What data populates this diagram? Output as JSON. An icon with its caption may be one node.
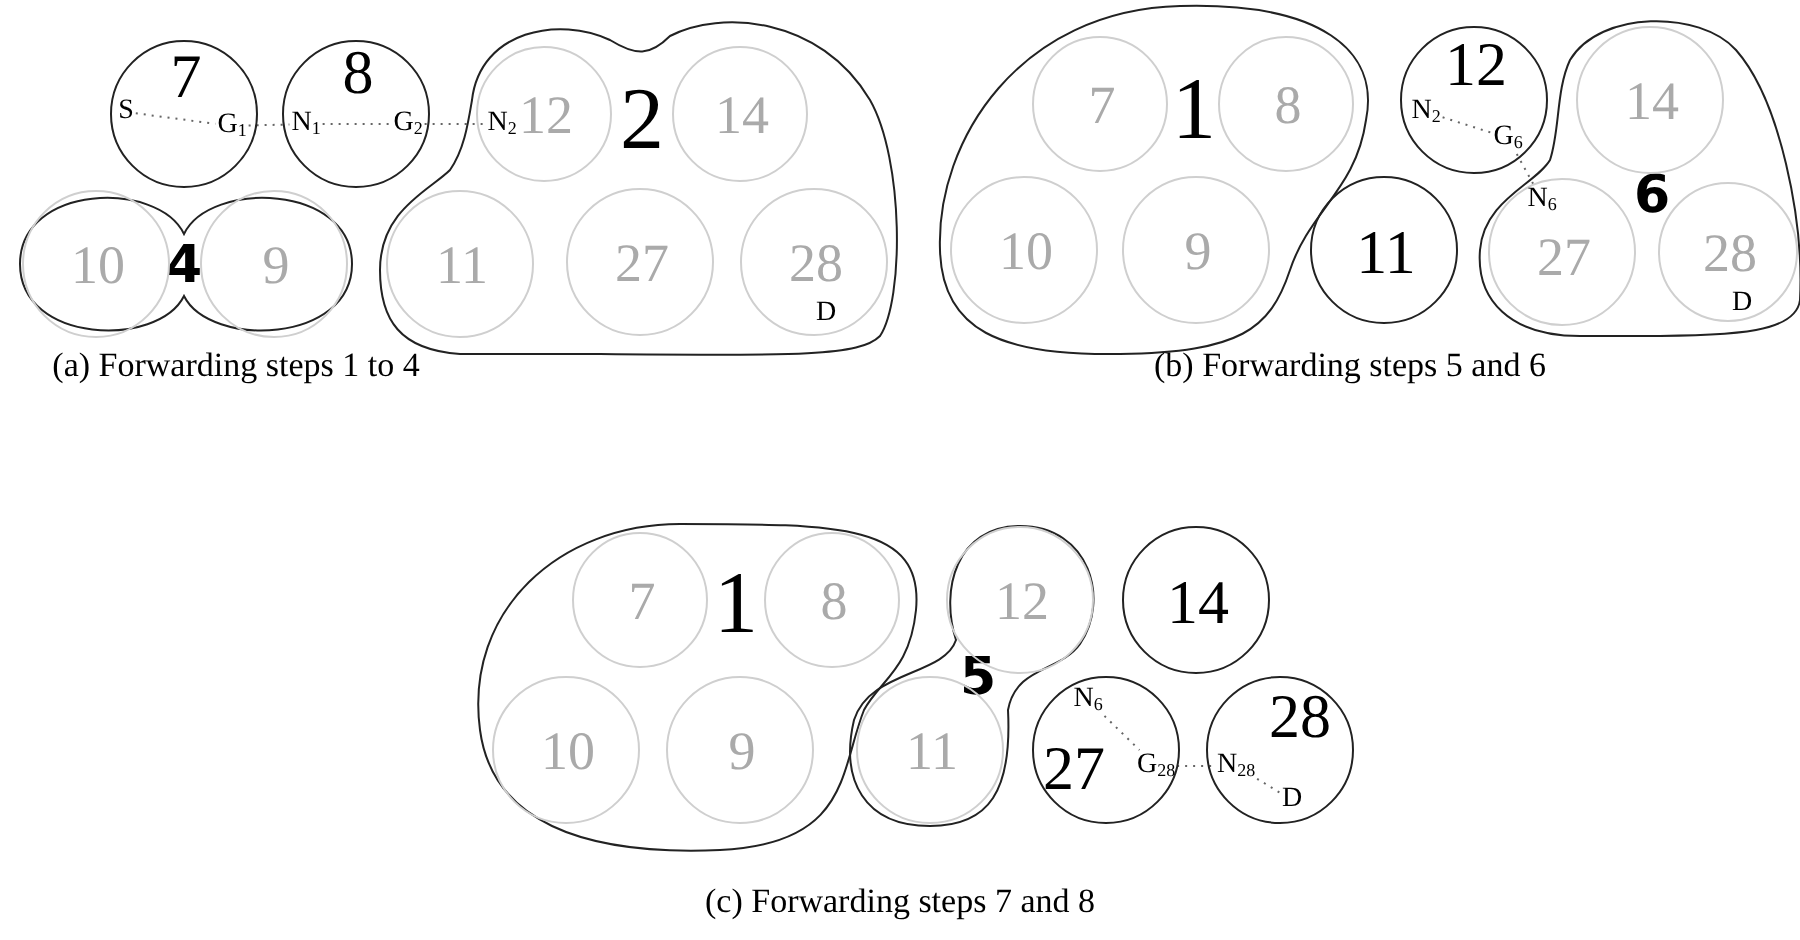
{
  "diagram": {
    "nodes": [
      {
        "text": [
          "7"
        ]
      },
      {
        "text": [
          "S"
        ],
        "in": 0
      },
      {
        "text": [
          "G$_{1}$"
        ],
        "in": 0
      },
      {
        "text": [
          "8"
        ]
      },
      {
        "text": [
          "N$_{1}$"
        ],
        "in": 3
      },
      {
        "text": [
          "G$_{2}$"
        ],
        "in": 3
      },
      {
        "text": [
          "2"
        ]
      },
      {
        "text": [
          "12"
        ],
        "in": 6
      },
      {
        "text": [
          "N$_{2}$"
        ],
        "in": 7
      },
      {
        "text": [
          "14"
        ],
        "in": 6
      },
      {
        "text": [
          "11"
        ],
        "in": 6
      },
      {
        "text": [
          "27"
        ],
        "in": 6
      },
      {
        "text": [
          "28"
        ],
        "in": 6
      },
      {
        "text": [
          "D"
        ],
        "in": 12
      },
      {
        "text": [
          "4"
        ]
      },
      {
        "text": [
          "10"
        ],
        "in": 14
      },
      {
        "text": [
          "9"
        ],
        "in": 14
      },
      {
        "text": [
          "1"
        ]
      },
      {
        "text": [
          "7"
        ],
        "in": 17
      },
      {
        "text": [
          "8"
        ],
        "in": 17
      },
      {
        "text": [
          "10"
        ],
        "in": 17
      },
      {
        "text": [
          "9"
        ],
        "in": 17
      },
      {
        "text": [
          "12"
        ]
      },
      {
        "text": [
          "N$_{2}$"
        ],
        "in": 22
      },
      {
        "text": [
          "G$_{6}$"
        ],
        "in": 22
      },
      {
        "text": [
          "11"
        ]
      },
      {
        "text": [
          "6"
        ]
      },
      {
        "text": [
          "14"
        ],
        "in": 26
      },
      {
        "text": [
          "27"
        ],
        "in": 26
      },
      {
        "text": [
          "N$_{6}$"
        ],
        "in": 28
      },
      {
        "text": [
          "28"
        ],
        "in": 26
      },
      {
        "text": [
          "D"
        ],
        "in": 30
      },
      {
        "text": [
          "1"
        ]
      },
      {
        "text": [
          "7"
        ],
        "in": 32
      },
      {
        "text": [
          "8"
        ],
        "in": 32
      },
      {
        "text": [
          "10"
        ],
        "in": 32
      },
      {
        "text": [
          "9"
        ],
        "in": 32
      },
      {
        "text": [
          "5"
        ]
      },
      {
        "text": [
          "12"
        ],
        "in": 37
      },
      {
        "text": [
          "11"
        ],
        "in": 37
      },
      {
        "text": [
          "14"
        ]
      },
      {
        "text": [
          "27"
        ]
      },
      {
        "text": [
          "N$_{6}$"
        ],
        "in": 41
      },
      {
        "text": [
          "G$_{28}$"
        ],
        "in": 41
      },
      {
        "text": [
          "28"
        ]
      },
      {
        "text": [
          "N$_{28}$"
        ],
        "in": 44
      },
      {
        "text": [
          "D"
        ],
        "in": 44
      }
    ],
    "edges": [
      {
        "from": 1,
        "to": 2,
        "arrow": "none"
      },
      {
        "from": 2,
        "to": 4,
        "arrow": "none"
      },
      {
        "from": 4,
        "to": 5,
        "arrow": "none"
      },
      {
        "from": 5,
        "to": 8,
        "arrow": "none"
      },
      {
        "from": 23,
        "to": 24,
        "arrow": "none"
      },
      {
        "from": 24,
        "to": 29,
        "arrow": "none"
      },
      {
        "from": 42,
        "to": 43,
        "arrow": "none"
      },
      {
        "from": 43,
        "to": 45,
        "arrow": "none"
      },
      {
        "from": 45,
        "to": 46,
        "arrow": "none"
      }
    ],
    "labels": [
      "(a) Forwarding steps 1 to 4",
      "(b) Forwarding steps 5 and 6",
      "(c) Forwarding steps 7 and 8"
    ]
  }
}
